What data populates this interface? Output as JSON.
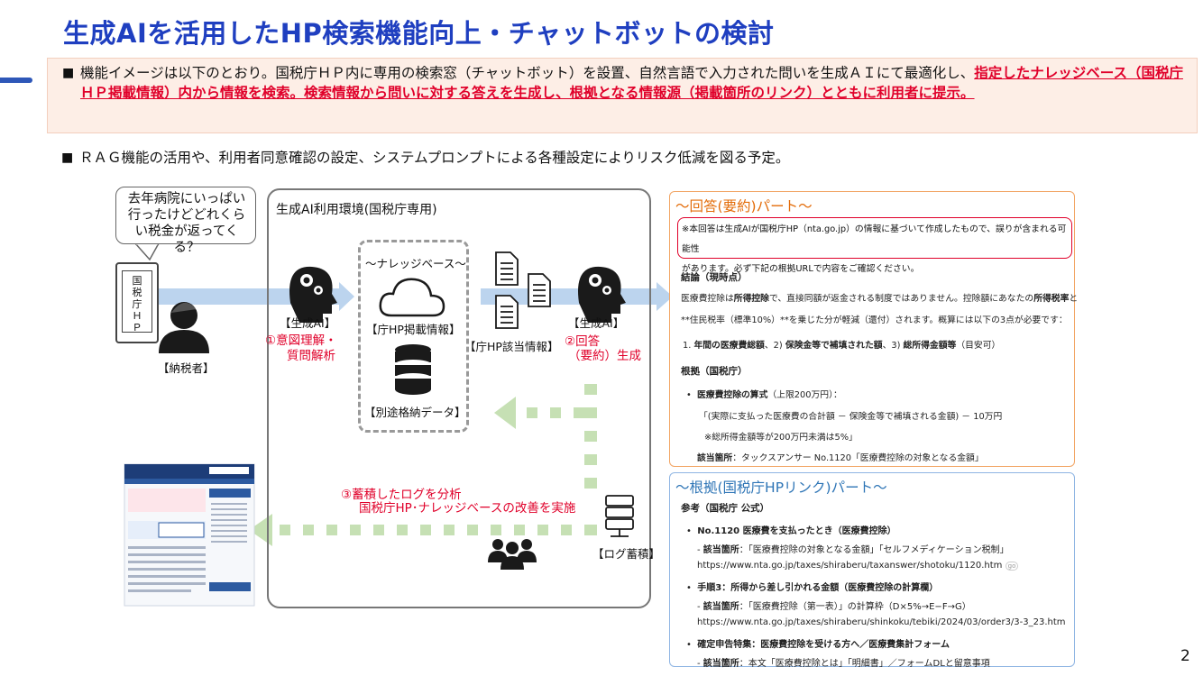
{
  "title": "生成AIを活用したHP検索機能向上・チャットボットの検討",
  "bullet_mark": "■",
  "bullet1": {
    "normal": "機能イメージは以下のとおり。国税庁ＨＰ内に専用の検索窓（チャットボット）を設置、自然言語で入力された問いを生成ＡＩにて最適化し、",
    "highlight": "指定したナレッジベース（国税庁ＨＰ掲載情報）内から情報を検索。検索情報から問いに対する答えを生成し、根拠となる情報源（掲載箇所のリンク）とともに利用者に提示。"
  },
  "bullet2": "ＲＡＧ機能の活用や、利用者同意確認の設定、システムプロンプトによる各種設定によりリスク低減を図る予定。",
  "diagram": {
    "bubble": "去年病院にいっぱい行ったけどどれくらい税金が返ってくる？",
    "phone_chars": [
      "国",
      "税",
      "庁",
      "Ｈ",
      "Ｐ"
    ],
    "taxpayer": "【納税者】",
    "env_title": "生成AI利用環境(国税庁専用)",
    "ai1_label": "【生成AI】",
    "step1_a": "①意図理解・",
    "step1_b": "質問解析",
    "kb_title": "～ナレッジベース～",
    "kb_item1": "【庁HP掲載情報】",
    "kb_item2": "【別途格納データ】",
    "hit_info": "【庁HP該当情報】",
    "ai2_label": "【生成AI】",
    "step2_a": "②回答",
    "step2_b": "（要約）生成",
    "step3_a": "③蓄積したログを分析",
    "step3_b": "国税庁HP･ナレッジベースの改善を実施",
    "log_label": "【ログ蓄積】"
  },
  "answer_panel": {
    "title": "～回答(要約)パート～",
    "disclaimer_1": "※本回答は生成AIが国税庁HP（nta.go.jp）の情報に基づいて作成したもので、誤りが含まれる可能性",
    "disclaimer_2": "があります。必ず下記の根拠URLで内容をご確認ください。",
    "conclusion_head": "結論（現時点）",
    "c1_a": "医療費控除は",
    "c1_b": "所得控除",
    "c1_c": "で、直接同額が返金される制度ではありません。控除額にあなたの",
    "c1_d": "所得税率",
    "c1_e": "と",
    "c2": "**住民税率（標準10%）**を乗じた分が軽減（還付）されます。概算には以下の3点が必要です：",
    "c3_a": "1. ",
    "c3_b": "年間の医療費総額",
    "c3_c": "、2) ",
    "c3_d": "保険金等で補填された額",
    "c3_e": "、3) ",
    "c3_f": "総所得金額等",
    "c3_g": "（目安可）",
    "basis_head": "根拠（国税庁）",
    "b1_a": "医療費控除の算式",
    "b1_b": "（上限200万円）：",
    "b2": "「(実際に支払った医療費の合計額 － 保険金等で補填される金額) － 10万円",
    "b3": "※総所得金額等が200万円未満は5%」",
    "b4_a": "該当箇所",
    "b4_b": "：タックスアンサー No.1120「医療費控除の対象となる金額」"
  },
  "basis_panel": {
    "title": "～根拠(国税庁HPリンク)パート～",
    "ref_head": "参考（国税庁 公式）",
    "items": [
      {
        "title": "No.1120 医療費を支払ったとき（医療費控除）",
        "loc_label": "該当箇所",
        "loc": "：「医療費控除の対象となる金額」「セルフメディケーション税制」",
        "url": "https://www.nta.go.jp/taxes/shiraberu/taxanswer/shotoku/1120.htm"
      },
      {
        "title": "手順3：所得から差し引かれる金額（医療費控除の計算欄）",
        "loc_label": "該当箇所",
        "loc": "：「医療費控除（第一表）」の計算枠（D×5%→E−F→G）",
        "url": "https://www.nta.go.jp/taxes/shiraberu/shinkoku/tebiki/2024/03/order3/3-3_23.htm"
      },
      {
        "title": "確定申告特集：医療費控除を受ける方へ／医療費集計フォーム",
        "loc_label": "該当箇所",
        "loc": "：本文「医療費控除とは」「明細書」／フォームDLと留意事項",
        "url": ""
      }
    ],
    "go_tag": "go"
  },
  "page_number": "2",
  "colors": {
    "title": "#1f3fc0",
    "highlight_red": "#e0002a",
    "orange": "#e36c09",
    "blue": "#2e75b6",
    "arrow": "#bcd4ee",
    "dotted_arrow": "#c6e0b4"
  }
}
